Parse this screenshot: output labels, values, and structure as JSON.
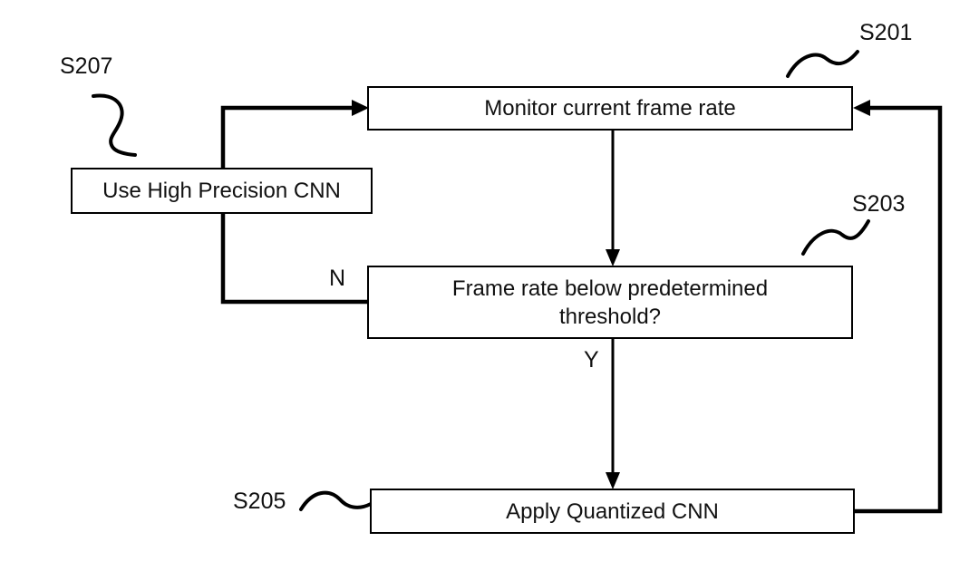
{
  "figure": {
    "background_color": "#ffffff",
    "line_color": "#000000",
    "boxes": {
      "monitor": {
        "label": "Monitor current frame rate",
        "step": "S201"
      },
      "precision": {
        "label": "Use High Precision CNN",
        "step": "S207"
      },
      "threshold": {
        "label": "Frame rate below predetermined\nthreshold?",
        "step": "S203"
      },
      "quantized": {
        "label": "Apply Quantized CNN",
        "step": "S205"
      }
    },
    "step_labels": {
      "s201": "S201",
      "s203": "S203",
      "s205": "S205",
      "s207": "S207"
    },
    "branch_labels": {
      "yes": "Y",
      "no": "N"
    }
  }
}
